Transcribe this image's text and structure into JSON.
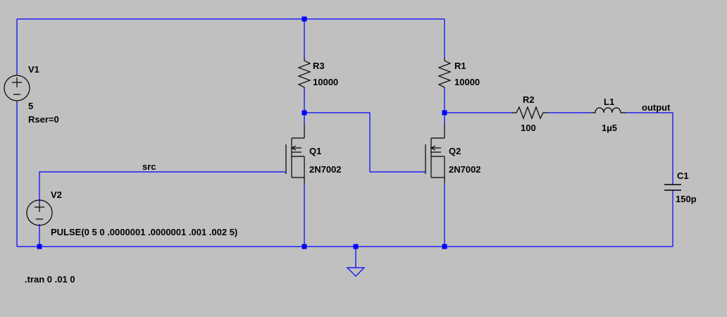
{
  "colors": {
    "background": "#c0c0c0",
    "wire": "#0000ff",
    "component": "#000000"
  },
  "components": {
    "V1": {
      "name": "V1",
      "value": "5",
      "extra": "Rser=0",
      "icon": "voltage-source-icon"
    },
    "V2": {
      "name": "V2",
      "value": "PULSE(0 5 0 .0000001 .0000001 .001 .002 5)",
      "icon": "voltage-source-icon"
    },
    "R3": {
      "name": "R3",
      "value": "10000",
      "icon": "resistor-icon"
    },
    "R1": {
      "name": "R1",
      "value": "10000",
      "icon": "resistor-icon"
    },
    "R2": {
      "name": "R2",
      "value": "100",
      "icon": "resistor-icon"
    },
    "L1": {
      "name": "L1",
      "value": "1µ5",
      "icon": "inductor-icon"
    },
    "C1": {
      "name": "C1",
      "value": "150p",
      "icon": "capacitor-icon"
    },
    "Q1": {
      "name": "Q1",
      "value": "2N7002",
      "icon": "nmos-transistor-icon"
    },
    "Q2": {
      "name": "Q2",
      "value": "2N7002",
      "icon": "nmos-transistor-icon"
    }
  },
  "nets": {
    "src": "src",
    "output": "output"
  },
  "directive": ".tran 0 .01 0",
  "ground": {
    "icon": "ground-icon"
  }
}
